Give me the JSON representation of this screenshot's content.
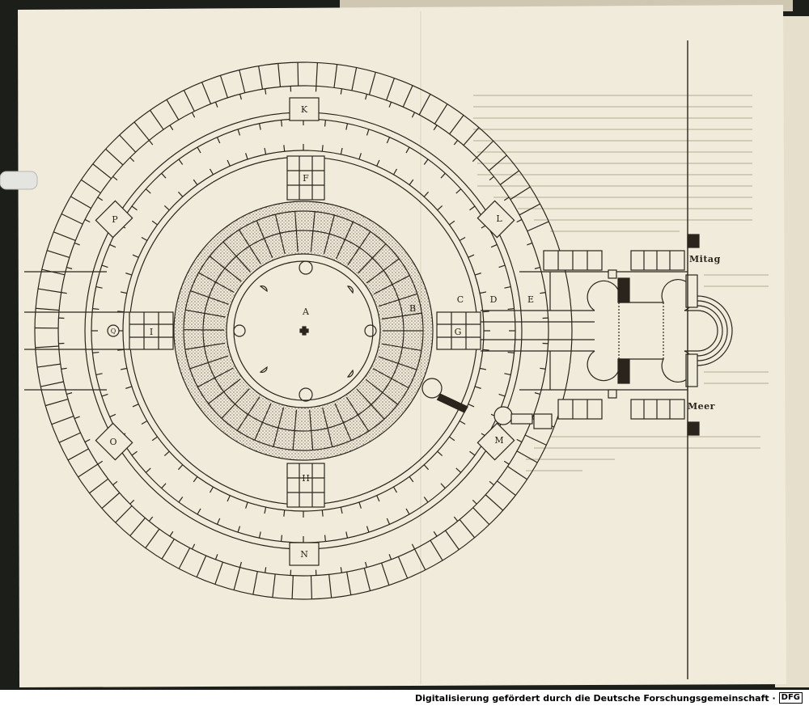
{
  "plan": {
    "labels": {
      "a": "A",
      "b": "B",
      "c": "C",
      "d": "D",
      "e": "E",
      "f": "F",
      "g": "G",
      "h": "H",
      "i": "I",
      "k": "K",
      "l": "L",
      "m": "M",
      "n": "N",
      "o": "O",
      "p": "P",
      "q": "Q"
    },
    "compass": {
      "south": "Mitag",
      "sea": "Meer"
    }
  },
  "footer": {
    "credit": "Digitalisierung gefördert durch die Deutsche Forschungsgemeinschaft ·",
    "logo": "DFG"
  },
  "colors": {
    "paper": "#f1ebdb",
    "ink": "#2a241c",
    "background": "#1c1e19"
  }
}
